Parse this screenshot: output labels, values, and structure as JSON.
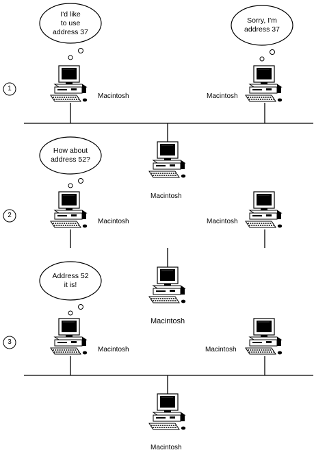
{
  "steps": [
    {
      "number": "1",
      "bubbles": [
        {
          "lines": [
            "I'd like",
            "to use",
            "address 37"
          ]
        },
        {
          "lines": [
            "Sorry, I'm",
            "address 37"
          ]
        }
      ],
      "labels": [
        "Macintosh",
        "Macintosh",
        "Macintosh"
      ]
    },
    {
      "number": "2",
      "bubbles": [
        {
          "lines": [
            "How about",
            "address 52?"
          ]
        }
      ],
      "labels": [
        "Macintosh",
        "Macintosh",
        "Macintosh"
      ]
    },
    {
      "number": "3",
      "bubbles": [
        {
          "lines": [
            "Address 52",
            "it is!"
          ]
        }
      ],
      "labels": [
        "Macintosh",
        "Macintosh",
        "Macintosh"
      ]
    }
  ]
}
